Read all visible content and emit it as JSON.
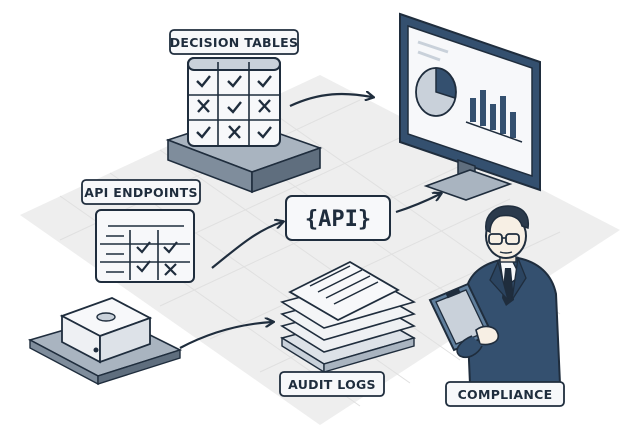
{
  "labels": {
    "decision_tables": "DECISION TABLES",
    "api_endpoints": "API ENDPOINTS",
    "api_box": "{API}",
    "audit_logs": "AUDIT LOGS",
    "compliance": "COMPLIANCE"
  },
  "colors": {
    "ink": "#1f2d3d",
    "navy": "#34506f",
    "light_fill": "#f7f8fa",
    "floor": "#ececec",
    "accent_gray": "#c9d1da"
  },
  "icons": [
    "decision-table-icon",
    "api-endpoints-table-icon",
    "api-box-icon",
    "monitor-icon",
    "pie-chart-icon",
    "bar-chart-icon",
    "server-device-icon",
    "document-stack-icon",
    "person-icon",
    "clipboard-icon"
  ],
  "grids": {
    "decision_table_marks": [
      "check",
      "check",
      "check",
      "cross",
      "check",
      "cross",
      "check",
      "cross",
      "check"
    ],
    "api_table_marks": [
      "",
      "check",
      "check",
      "",
      "check",
      "cross"
    ]
  }
}
